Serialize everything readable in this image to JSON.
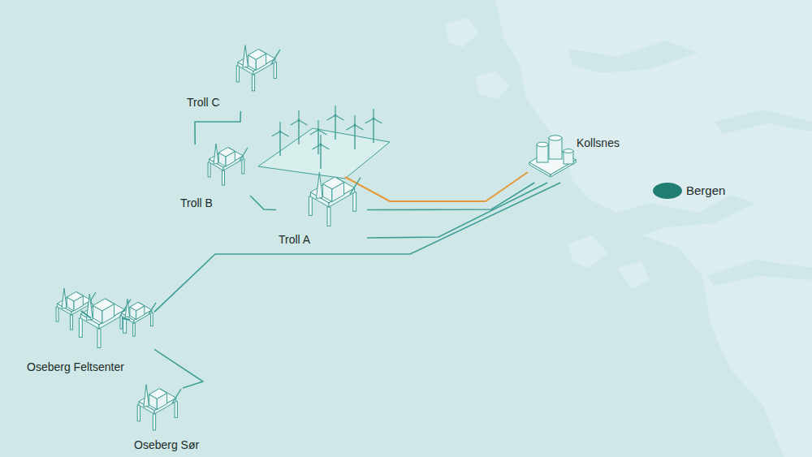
{
  "diagram": {
    "nodes": [
      {
        "text": [
          "Troll C"
        ]
      },
      {
        "text": [
          "Troll B"
        ]
      },
      {
        "text": [
          "Troll A"
        ]
      },
      {
        "text": [
          "Kollsnes"
        ]
      },
      {
        "text": [
          "Oseberg Feltsenter"
        ]
      },
      {
        "text": [
          "Oseberg Sør"
        ]
      }
    ],
    "edges": [
      {
        "from": 0,
        "to": 1,
        "arrow": "none"
      },
      {
        "from": 1,
        "to": 2,
        "arrow": "none"
      },
      {
        "from": 2,
        "to": 3,
        "arrow": "none"
      },
      {
        "from": 2,
        "to": 3,
        "arrow": "none"
      },
      {
        "from": 4,
        "to": 3,
        "arrow": "none"
      },
      {
        "from": 5,
        "to": 4,
        "arrow": "none"
      }
    ],
    "labels": [
      "Bergen"
    ]
  }
}
